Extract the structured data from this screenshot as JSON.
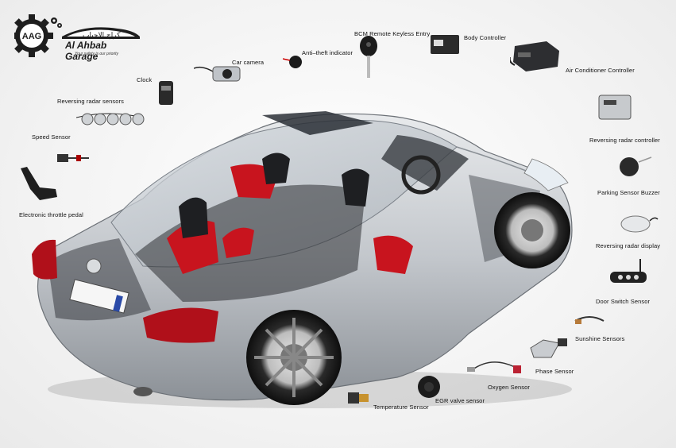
{
  "brand": {
    "name": "Al Ahbab Garage",
    "arabic": "كراج الاحباب",
    "tagline": "Your safety is our priority",
    "monogram": "AAG"
  },
  "labels": {
    "bcm": "BCM Remote Keyless Entry",
    "body_controller": "Body Controller",
    "car_camera": "Car camera",
    "anti_theft": "Anti–theft indicator",
    "clock": "Clock",
    "air_conditioner": "Air Conditioner Controller",
    "reversing_radar_sensors": "Reversing radar sensors",
    "reversing_radar_controller": "Reversing radar controller",
    "speed_sensor": "Speed Sensor",
    "parking_sensor_buzzer": "Parking Sensor Buzzer",
    "throttle_pedal": "Electronic throttle pedal",
    "reversing_radar_display": "Reversing radar display",
    "door_switch": "Door Switch Sensor",
    "sunshine": "Sunshine Sensors",
    "phase": "Phase Sensor",
    "oxygen": "Oxygen Sensor",
    "egr": "EGR valve sensor",
    "temperature": "Temperature Sensor"
  },
  "colors": {
    "brand_dark": "#1a1a1a",
    "seat_red": "#c8141e",
    "car_silver": "#c9cdd2",
    "background": "#f4f4f4"
  },
  "icons": [
    "gear-logo-icon",
    "car-icon"
  ]
}
